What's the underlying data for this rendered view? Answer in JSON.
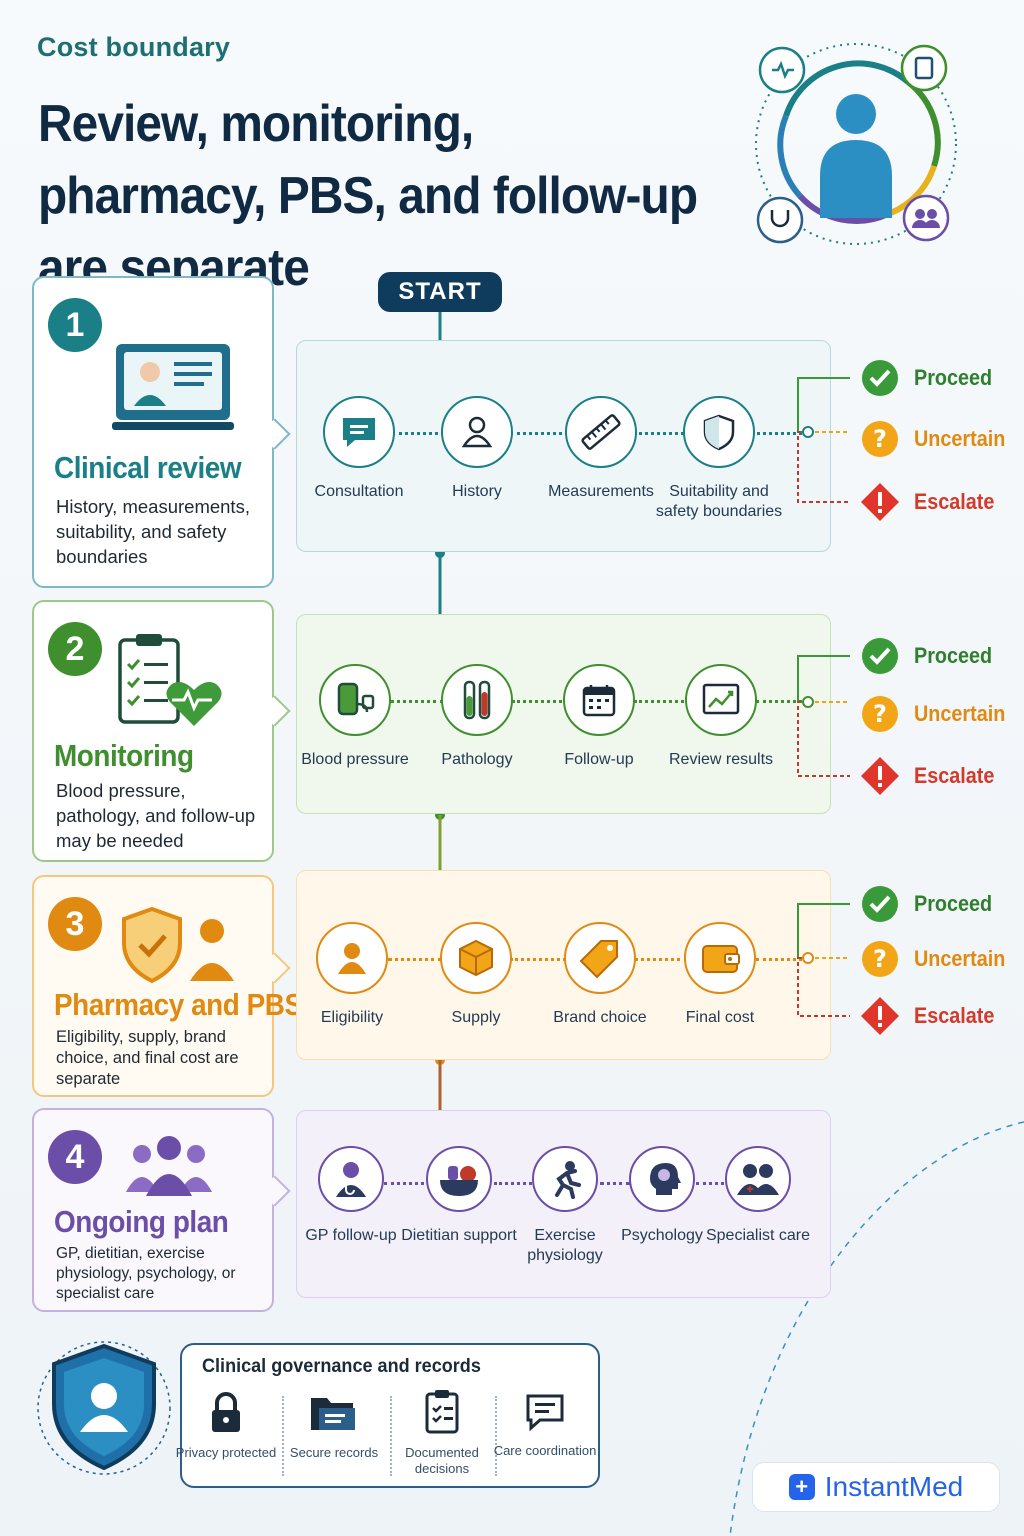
{
  "header": {
    "kicker": "Cost boundary",
    "headline": "Review, monitoring, pharmacy, PBS, and follow-up are separate"
  },
  "start_label": "START",
  "steps": [
    {
      "number": "1",
      "title": "Clinical review",
      "description": "History, measurements, suitability, and safety boundaries",
      "color": "#1a7f86",
      "nodes": [
        "Consultation",
        "History",
        "Measurements",
        "Suitability and safety boundaries"
      ]
    },
    {
      "number": "2",
      "title": "Monitoring",
      "description": "Blood pressure, pathology, and follow-up may be needed",
      "color": "#3f8f2f",
      "nodes": [
        "Blood pressure",
        "Pathology",
        "Follow-up",
        "Review results"
      ]
    },
    {
      "number": "3",
      "title": "Pharmacy and PBS",
      "description": "Eligibility, supply, brand choice, and final cost are separate",
      "color": "#e08a12",
      "nodes": [
        "Eligibility",
        "Supply",
        "Brand choice",
        "Final cost"
      ]
    },
    {
      "number": "4",
      "title": "Ongoing plan",
      "description": "GP, dietitian, exercise physiology, psychology, or specialist care",
      "color": "#6b4ea8",
      "nodes": [
        "GP follow-up",
        "Dietitian support",
        "Exercise physiology",
        "Psychology",
        "Specialist care"
      ]
    }
  ],
  "outcomes": {
    "proceed": "Proceed",
    "uncertain": "Uncertain",
    "escalate": "Escalate",
    "colors": {
      "proceed": "#3a9a3a",
      "uncertain": "#f2a516",
      "escalate": "#e0352b"
    }
  },
  "governance": {
    "title": "Clinical governance and records",
    "items": [
      "Privacy protected",
      "Secure records",
      "Documented decisions",
      "Care coordination"
    ]
  },
  "brand": "InstantMed"
}
